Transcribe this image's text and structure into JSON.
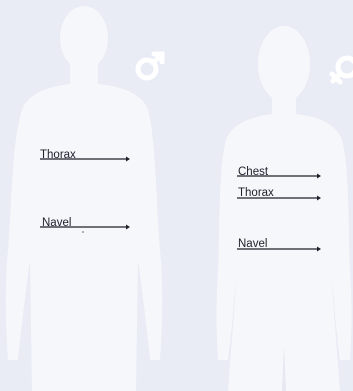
{
  "colors": {
    "background": "#e9ebf5",
    "silhouette": "#f6f7fb",
    "marker_line": "#1f1f2a",
    "gender_symbol": "#ffffff"
  },
  "male": {
    "symbol": "♂",
    "markers": [
      {
        "label": "Thorax"
      },
      {
        "label": "Navel"
      }
    ]
  },
  "female": {
    "symbol": "♀",
    "markers": [
      {
        "label": "Chest"
      },
      {
        "label": "Thorax"
      },
      {
        "label": "Navel"
      }
    ]
  }
}
